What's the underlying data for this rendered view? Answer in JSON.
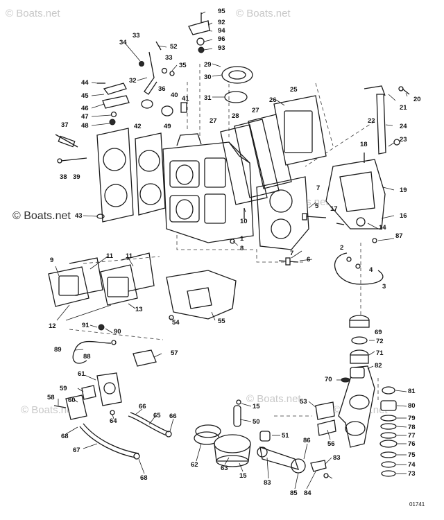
{
  "watermarks": [
    "© Boats.net",
    "© Boats.net",
    "© Boats.net",
    "© Boats.net",
    "© Boats.net",
    "© Boats.net"
  ],
  "main_watermark": "© Boats.net",
  "diagram_code": "01741",
  "callouts": [
    "95",
    "92",
    "94",
    "96",
    "93",
    "29",
    "30",
    "31",
    "26",
    "25",
    "34",
    "33",
    "52",
    "33",
    "35",
    "32",
    "44",
    "45",
    "46",
    "47",
    "48",
    "36",
    "40",
    "41",
    "37",
    "42",
    "49",
    "27",
    "28",
    "27",
    "38",
    "39",
    "18",
    "20",
    "21",
    "22",
    "24",
    "23",
    "19",
    "7",
    "5",
    "17",
    "16",
    "14",
    "87",
    "43",
    "10",
    "1",
    "8",
    "2",
    "4",
    "3",
    "7",
    "6",
    "9",
    "11",
    "11",
    "12",
    "13",
    "54",
    "55",
    "91",
    "90",
    "89",
    "88",
    "57",
    "69",
    "72",
    "71",
    "82",
    "70",
    "81",
    "80",
    "79",
    "78",
    "77",
    "76",
    "75",
    "74",
    "73",
    "59",
    "61",
    "60",
    "58",
    "64",
    "66",
    "65",
    "66",
    "68",
    "67",
    "68",
    "15",
    "50",
    "53",
    "51",
    "56",
    "62",
    "63",
    "15",
    "86",
    "83",
    "85",
    "84",
    "83"
  ]
}
